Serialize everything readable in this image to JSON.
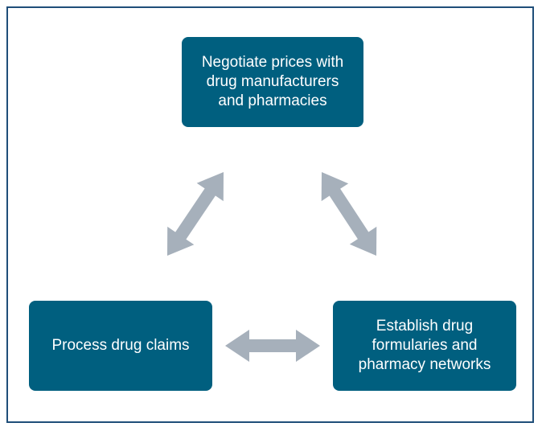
{
  "diagram": {
    "nodes": [
      {
        "id": "negotiate",
        "label": "Negotiate prices with\ndrug manufacturers\nand pharmacies"
      },
      {
        "id": "process",
        "label": "Process drug claims"
      },
      {
        "id": "establish",
        "label": "Establish drug\nformularies and\npharmacy networks"
      }
    ],
    "edges": [
      {
        "from": "negotiate",
        "to": "process",
        "direction": "both"
      },
      {
        "from": "negotiate",
        "to": "establish",
        "direction": "both"
      },
      {
        "from": "process",
        "to": "establish",
        "direction": "both"
      }
    ],
    "colors": {
      "node_fill": "#005f7f",
      "node_text": "#ffffff",
      "arrow_fill": "#a6b0bb",
      "border": "#1f4e79"
    }
  }
}
